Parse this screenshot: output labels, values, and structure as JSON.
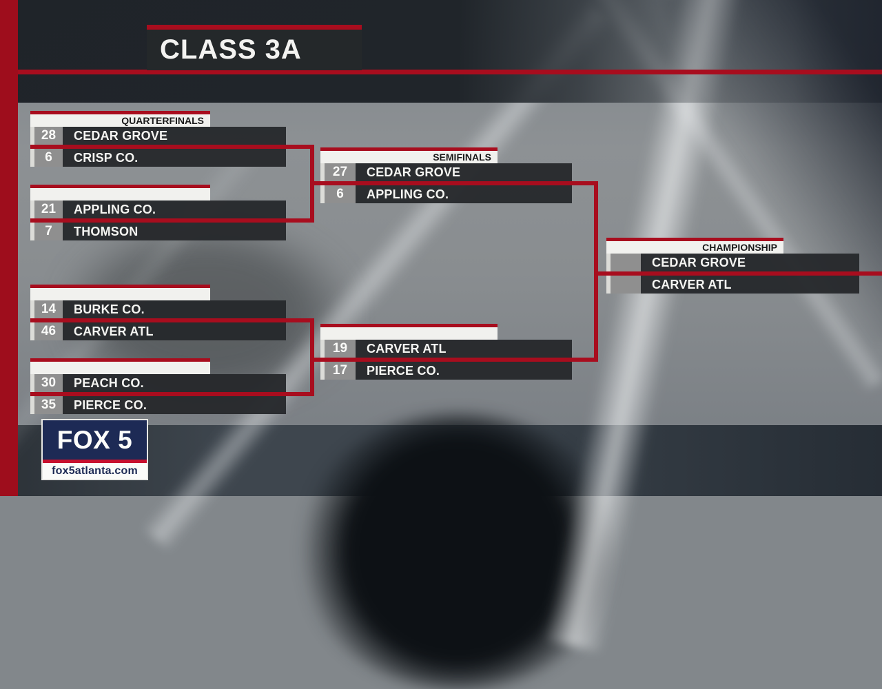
{
  "header": {
    "title": "CLASS 3A"
  },
  "bracket": {
    "matches": [
      {
        "round_label": "QUARTERFINALS",
        "teams": [
          {
            "score": "28",
            "name": "CEDAR GROVE"
          },
          {
            "score": "6",
            "name": "CRISP CO."
          }
        ]
      },
      {
        "round_label": "",
        "teams": [
          {
            "score": "21",
            "name": "APPLING CO."
          },
          {
            "score": "7",
            "name": "THOMSON"
          }
        ]
      },
      {
        "round_label": "",
        "teams": [
          {
            "score": "14",
            "name": "BURKE CO."
          },
          {
            "score": "46",
            "name": "CARVER ATL"
          }
        ]
      },
      {
        "round_label": "",
        "teams": [
          {
            "score": "30",
            "name": "PEACH CO."
          },
          {
            "score": "35",
            "name": "PIERCE CO."
          }
        ]
      },
      {
        "round_label": "SEMIFINALS",
        "teams": [
          {
            "score": "27",
            "name": "CEDAR GROVE"
          },
          {
            "score": "6",
            "name": "APPLING CO."
          }
        ]
      },
      {
        "round_label": "",
        "teams": [
          {
            "score": "19",
            "name": "CARVER ATL"
          },
          {
            "score": "17",
            "name": "PIERCE CO."
          }
        ]
      },
      {
        "round_label": "CHAMPIONSHIP",
        "teams": [
          {
            "score": "",
            "name": "CEDAR GROVE"
          },
          {
            "score": "",
            "name": "CARVER ATL"
          }
        ]
      }
    ]
  },
  "logo": {
    "station": "FOX 5",
    "site": "fox5atlanta.com"
  },
  "colors": {
    "accent_red": "#a80d1e",
    "logo_navy": "#1d2a55",
    "logo_red": "#c8102e",
    "panel_dark": "#26292c",
    "score_gray": "#8f8f8f",
    "label_white": "#f1f1ee"
  }
}
